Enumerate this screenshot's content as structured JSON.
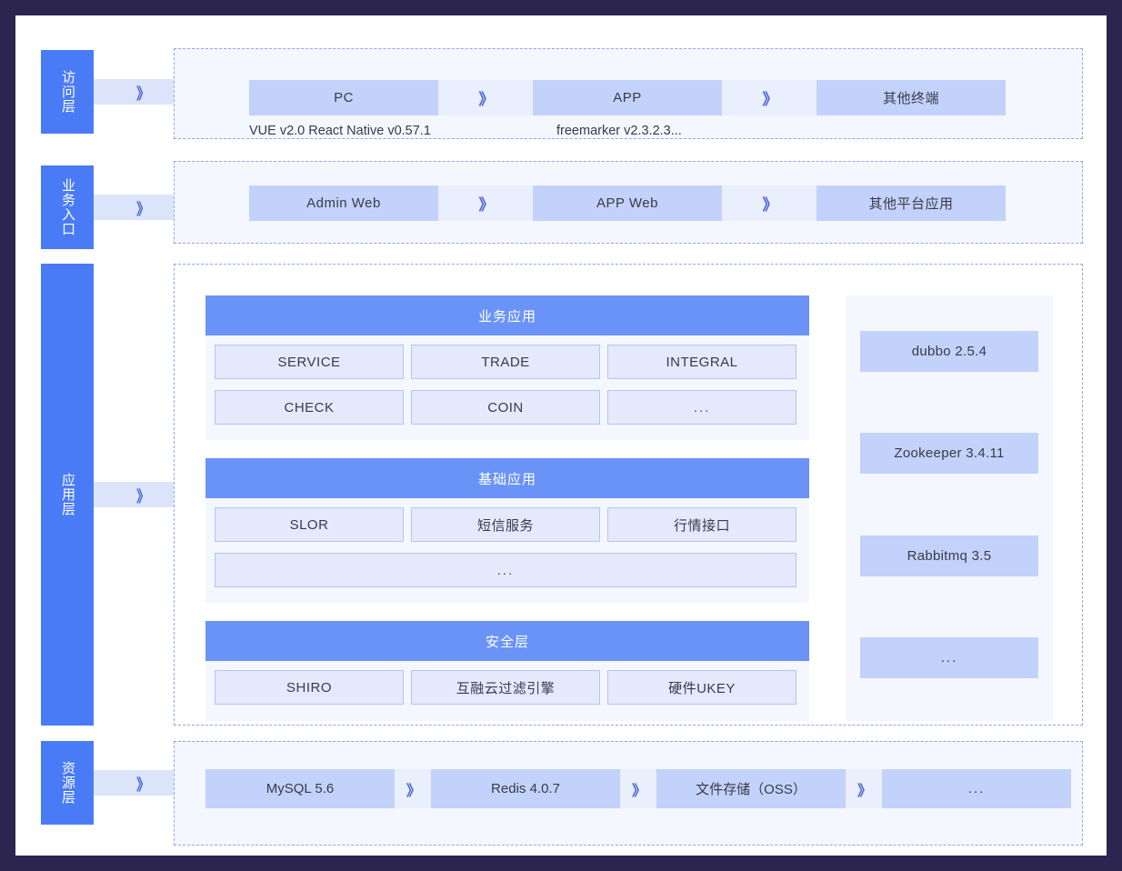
{
  "colors": {
    "page_border": "#2b2550",
    "canvas": "#ffffff",
    "layer_tab": "#4a7bf7",
    "group_header": "#6a93f8",
    "chip_fill": "#c2d2fa",
    "cell_fill": "#e4e9fb",
    "cell_border": "#b4c4f4",
    "panel_fill": "#f4f7fe",
    "connector_fill": "#dce4fb",
    "dashed_border": "#8fa6f0",
    "text": "#3a3a4a",
    "chevron": "#4a63d8"
  },
  "icons": {
    "chevron_double_right": "》"
  },
  "access_layer": {
    "tab_label": "访问层",
    "items": [
      {
        "label": "PC",
        "note": "VUE v2.0 React Native v0.57.1"
      },
      {
        "label": "APP",
        "note": "freemarker v2.3.2.3..."
      },
      {
        "label": "其他终端",
        "note": ""
      }
    ]
  },
  "business_entry_layer": {
    "tab_label": "业务入口",
    "items": [
      {
        "label": "Admin  Web"
      },
      {
        "label": "APP  Web"
      },
      {
        "label": "其他平台应用"
      }
    ]
  },
  "application_layer": {
    "tab_label": "应用层",
    "groups": [
      {
        "title": "业务应用",
        "rows": [
          [
            "SERVICE",
            "TRADE",
            "INTEGRAL"
          ],
          [
            "CHECK",
            "COIN",
            "..."
          ]
        ]
      },
      {
        "title": "基础应用",
        "rows": [
          [
            "SLOR",
            "短信服务",
            "行情接口"
          ]
        ],
        "full_width_row": "..."
      },
      {
        "title": "安全层",
        "rows": [
          [
            "SHIRO",
            "互融云过滤引擎",
            "硬件UKEY"
          ]
        ]
      }
    ],
    "middleware": [
      "dubbo 2.5.4",
      "Zookeeper 3.4.11",
      "Rabbitmq 3.5",
      "..."
    ]
  },
  "resource_layer": {
    "tab_label": "资源层",
    "items": [
      "MySQL 5.6",
      "Redis 4.0.7",
      "文件存储（OSS）",
      "..."
    ]
  }
}
